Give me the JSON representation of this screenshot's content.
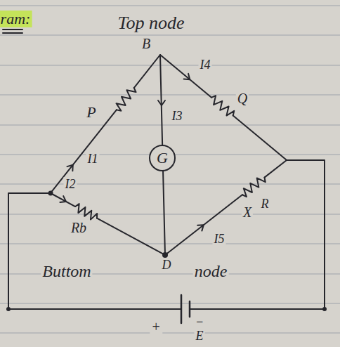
{
  "diagram": {
    "nodes": [
      {
        "text": [
          "G"
        ]
      }
    ],
    "labels": [
      "ram:",
      "Top node",
      "B",
      "I4",
      "Q",
      "I3",
      "P",
      "I1",
      "I2",
      "Rb",
      "X",
      "R",
      "I5",
      "Buttom",
      "D",
      "node",
      "+",
      "−",
      "E"
    ]
  }
}
